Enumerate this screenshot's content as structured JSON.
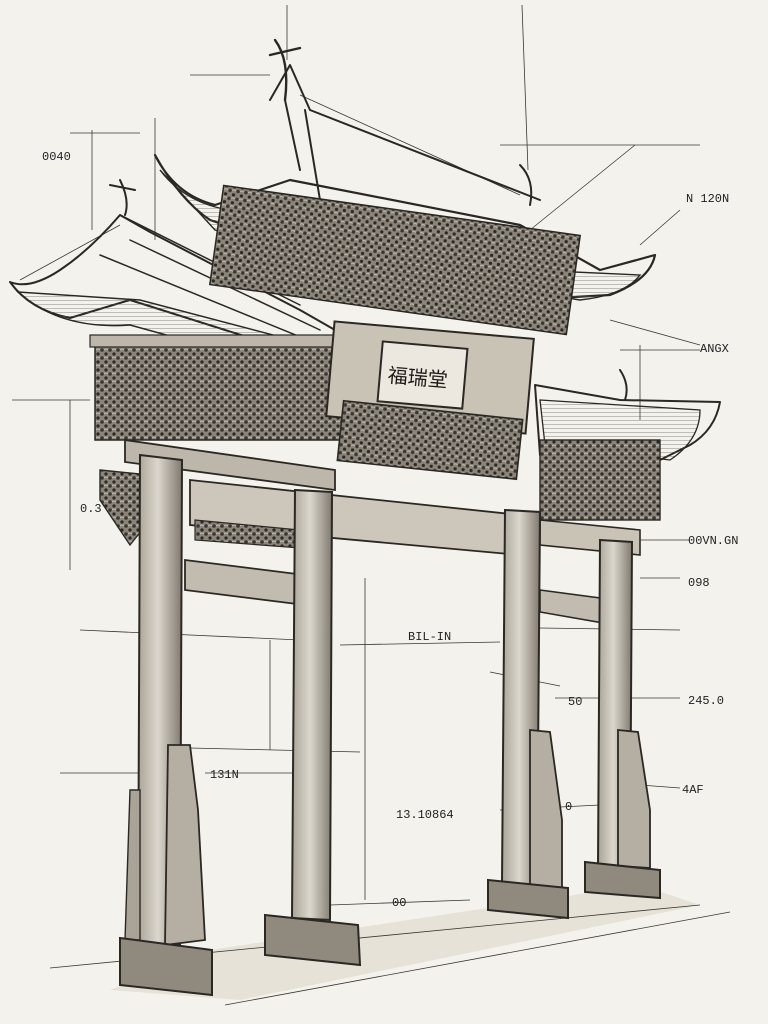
{
  "plaque": {
    "text": "福瑞堂"
  },
  "dimension_labels": {
    "top_left": "0040",
    "top_right": "N 120N",
    "right_upper": "ANGX",
    "left_mid": "0.3",
    "right_mid_1": "00VN.GN",
    "right_mid_2": "098",
    "center_span": "BIL-IN",
    "right_small": "50",
    "right_mid_3": "245.0",
    "left_lower": "131N",
    "center_lower": "13.10864",
    "right_lower": "4AF",
    "right_lower_small": "0",
    "base": "00"
  },
  "colors": {
    "paper": "#f4f2ec",
    "ink": "#2b2824",
    "wash": "#c9c3b6",
    "dark": "#4a4540"
  }
}
